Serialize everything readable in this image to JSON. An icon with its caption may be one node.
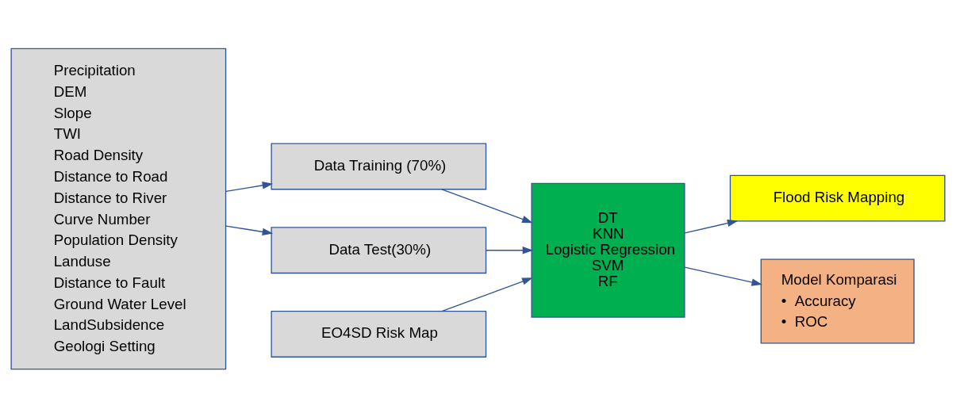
{
  "diagram": {
    "nodes": [
      {
        "text": [
          "Precipitation",
          "DEM",
          "Slope",
          "TWI",
          "Road Density",
          "Distance to Road",
          "Distance to River",
          "Curve Number",
          "Population Density",
          "Landuse",
          "Distance to Fault",
          "Ground Water Level",
          "LandSubsidence",
          "Geologi Setting"
        ]
      },
      {
        "text": [
          "Data Training (70%)"
        ]
      },
      {
        "text": [
          "Data Test(30%)"
        ]
      },
      {
        "text": [
          "EO4SD Risk Map"
        ]
      },
      {
        "text": [
          "DT",
          "KNN",
          "Logistic Regression",
          "SVM",
          "RF"
        ]
      },
      {
        "text": [
          "Flood Risk Mapping"
        ]
      },
      {
        "text": [
          "Model Komparasi",
          "•  Accuracy",
          "•  ROC"
        ]
      }
    ],
    "edges": [
      {
        "from": 0,
        "to": 1,
        "arrow": "to"
      },
      {
        "from": 0,
        "to": 2,
        "arrow": "to"
      },
      {
        "from": 1,
        "to": 4,
        "arrow": "to"
      },
      {
        "from": 2,
        "to": 4,
        "arrow": "to"
      },
      {
        "from": 3,
        "to": 4,
        "arrow": "to"
      },
      {
        "from": 4,
        "to": 5,
        "arrow": "to"
      },
      {
        "from": 4,
        "to": 6,
        "arrow": "to"
      }
    ]
  }
}
